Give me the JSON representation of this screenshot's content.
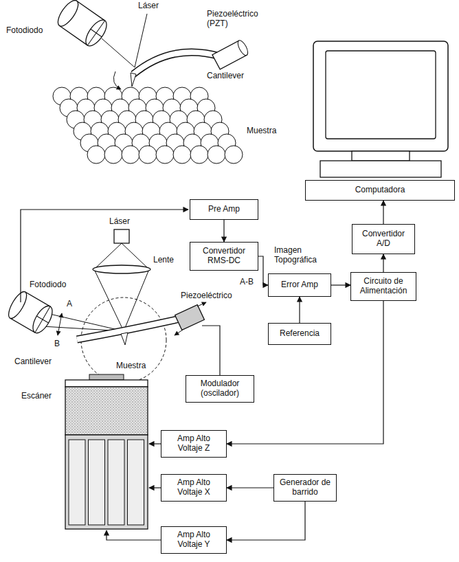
{
  "diagram": {
    "nodes": [
      {
        "text": [
          "Computadora"
        ]
      },
      {
        "text": [
          "Pre Amp"
        ]
      },
      {
        "text": [
          "Convertidor A/D"
        ]
      },
      {
        "text": [
          "Convertidor RMS-DC"
        ]
      },
      {
        "text": [
          "Error Amp"
        ]
      },
      {
        "text": [
          "Circuito de Alimentación"
        ]
      },
      {
        "text": [
          "Referencia"
        ]
      },
      {
        "text": [
          "Modulador (oscilador)"
        ]
      },
      {
        "text": [
          "Amp Alto Voltaje Z"
        ]
      },
      {
        "text": [
          "Amp Alto Voltaje X"
        ]
      },
      {
        "text": [
          "Generador de barrido"
        ]
      },
      {
        "text": [
          "Amp Alto Voltaje Y"
        ]
      }
    ],
    "edges": [
      {
        "from": 1,
        "to": 3,
        "arrow": "to"
      },
      {
        "from": 3,
        "to": 4,
        "arrow": "to"
      },
      {
        "from": 6,
        "to": 4,
        "arrow": "to"
      },
      {
        "from": 4,
        "to": 5,
        "arrow": "to"
      },
      {
        "from": 5,
        "to": 2,
        "arrow": "to"
      },
      {
        "from": 2,
        "to": 0,
        "arrow": "to"
      },
      {
        "from": 5,
        "to": 8,
        "arrow": "to"
      },
      {
        "from": 10,
        "to": 9,
        "arrow": "to"
      },
      {
        "from": 10,
        "to": 11,
        "arrow": "to"
      }
    ],
    "labels": [
      "Fotodiodo",
      "Láser",
      "Piezoeléctrico (PZT)",
      "Cantilever",
      "Muestra",
      "Láser",
      "Imagen Topográfica",
      "Lente",
      "Fotodiodo",
      "A",
      "B",
      "A-B",
      "Piezoeléctrico",
      "Cantilever",
      "Muestra",
      "Escáner"
    ]
  }
}
